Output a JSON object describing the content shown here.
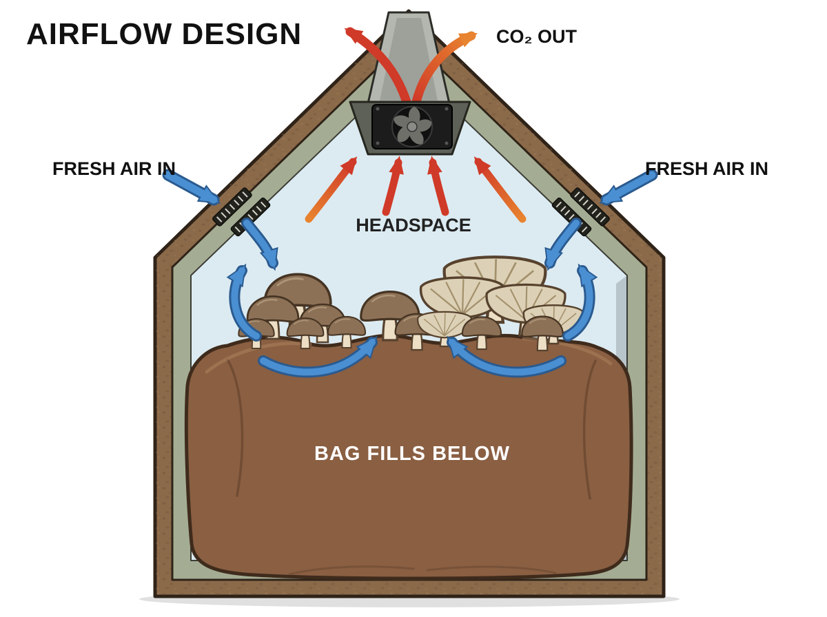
{
  "title": "AIRFLOW DESIGN",
  "labels": {
    "co2_out": "CO₂ OUT",
    "fresh_air_left": "FRESH AIR IN",
    "fresh_air_right": "FRESH AIR IN",
    "headspace": "HEADSPACE",
    "bag_fill": "BAG FILLS BELOW"
  },
  "components": {
    "fan": "exhaust-fan-icon",
    "left_vent": "air-vent-icon",
    "right_vent": "air-vent-icon",
    "mushrooms": "oyster-mushroom-cluster",
    "substrate": "substrate-bag"
  },
  "colors": {
    "wall_wood": "#8b6a4a",
    "wall_outline": "#2f2318",
    "lining_green": "#a4ad93",
    "interior_sky": "#dcebf2",
    "substrate_brown": "#8a5f42",
    "arrow_blue": "#4a8fd2",
    "arrow_blue_dark": "#2a5a8f",
    "arrow_red": "#d03a28",
    "arrow_orange": "#e8832f",
    "fan_black": "#1c1c1c"
  }
}
